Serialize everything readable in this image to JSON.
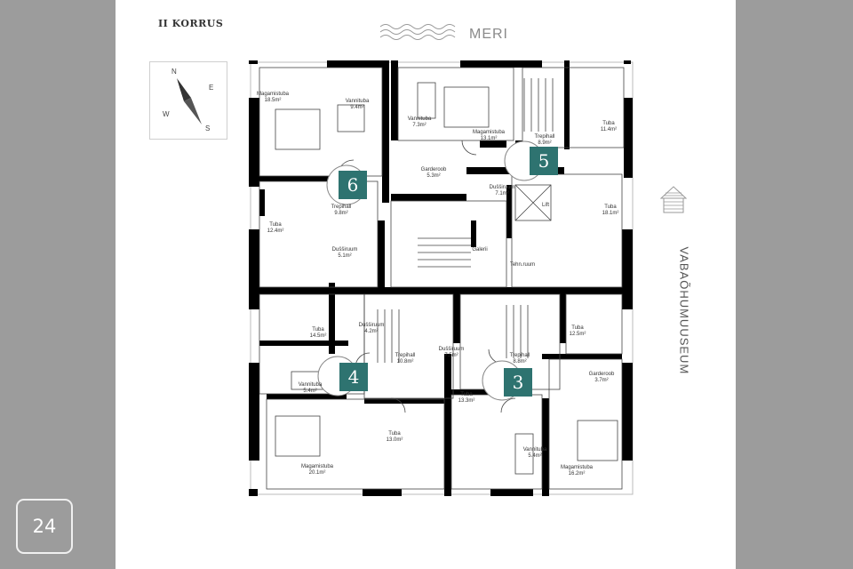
{
  "floor_title": "II KORRUS",
  "sea_label": "MERI",
  "museum_label": "VABAÕHUMUUSEUM",
  "compass": {
    "n": "N",
    "e": "E",
    "s": "S",
    "w": "W"
  },
  "logo": "24",
  "accent_color": "#2e7370",
  "apartments": [
    "6",
    "5",
    "4",
    "3"
  ],
  "rooms": {
    "magamistuba_185": {
      "name": "Magamistuba",
      "area": "18.5m²"
    },
    "vannituba_94": {
      "name": "Vannituba",
      "area": "9.4m²"
    },
    "vannituba_73": {
      "name": "Vannituba",
      "area": "7.3m²"
    },
    "magamistuba_131": {
      "name": "Magamistuba",
      "area": "13.1m²"
    },
    "trepihall_89": {
      "name": "Trepihall",
      "area": "8.9m²"
    },
    "tuba_114": {
      "name": "Tuba",
      "area": "11.4m²"
    },
    "garderoob_53": {
      "name": "Garderoob",
      "area": "5.3m²"
    },
    "dussiruum_71": {
      "name": "Dušširuum",
      "area": "7.1m²"
    },
    "lift": {
      "name": "Lift"
    },
    "tuba_181": {
      "name": "Tuba",
      "area": "18.1m²"
    },
    "trepihall_98": {
      "name": "Trepihall",
      "area": "9.8m²"
    },
    "tuba_124": {
      "name": "Tuba",
      "area": "12.4m²"
    },
    "dussiruum_51": {
      "name": "Dušširuum",
      "area": "5.1m²"
    },
    "galerii": {
      "name": "Galerii"
    },
    "tehnruum": {
      "name": "Tehn.ruum"
    },
    "tuba_145": {
      "name": "Tuba",
      "area": "14.5m²"
    },
    "dussiruum_42": {
      "name": "Dušširuum",
      "area": "4.2m²"
    },
    "trepihall_108": {
      "name": "Trepihall",
      "area": "10.8m²"
    },
    "dussiruum_75": {
      "name": "Dušširuum",
      "area": "7.5m²"
    },
    "trepihall_88": {
      "name": "Trepihall",
      "area": "8.8m²"
    },
    "tuba_125": {
      "name": "Tuba",
      "area": "12.5m²"
    },
    "vannituba_54a": {
      "name": "Vannituba",
      "area": "5.4m²"
    },
    "garderoob_37": {
      "name": "Garderoob",
      "area": "3.7m²"
    },
    "tuba_133": {
      "name": "Tuba",
      "area": "13.3m²"
    },
    "tuba_130": {
      "name": "Tuba",
      "area": "13.0m²"
    },
    "magamistuba_201": {
      "name": "Magamistuba",
      "area": "20.1m²"
    },
    "vannituba_54b": {
      "name": "Vannituba",
      "area": "5.4m²"
    },
    "magamistuba_162": {
      "name": "Magamistuba",
      "area": "16.2m²"
    }
  }
}
